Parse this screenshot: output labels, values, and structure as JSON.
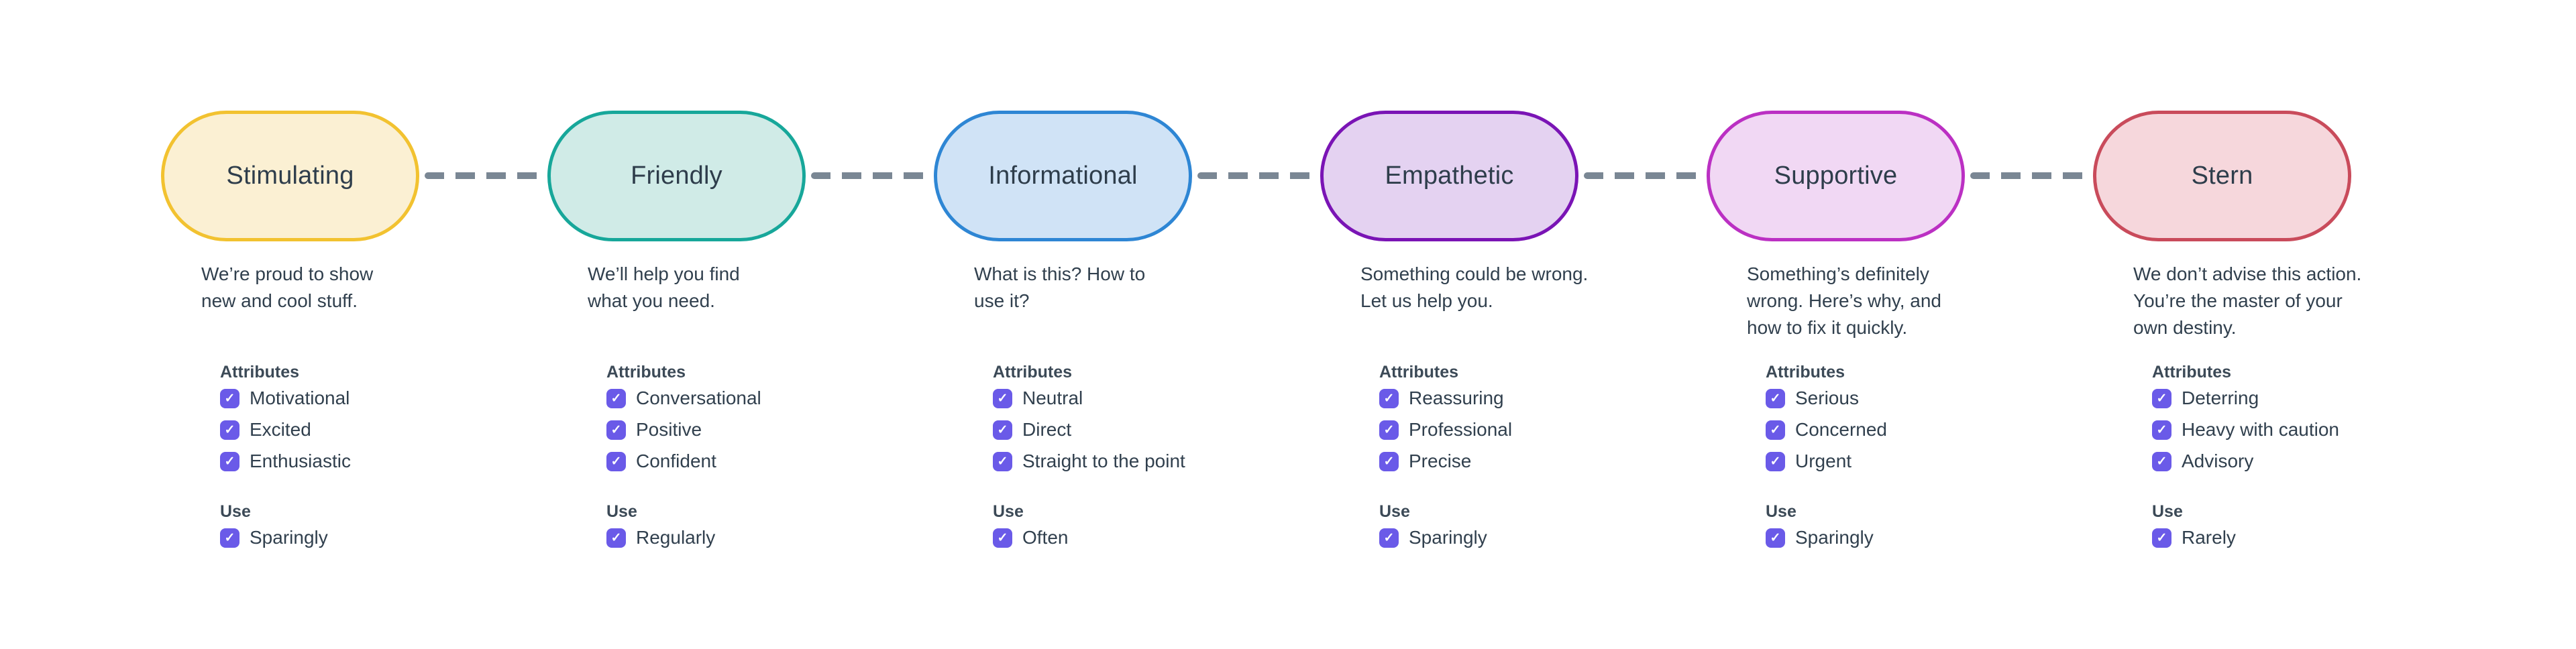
{
  "colors": {
    "connector": "#7A8794",
    "checkbox": "#6A5AE8",
    "text": "#31404E"
  },
  "labels": {
    "attributes": "Attributes",
    "use": "Use"
  },
  "tones": [
    {
      "name": "Stimulating",
      "pill_fill": "#FBF0D3",
      "pill_border": "#F2C230",
      "description_lines": [
        "We’re proud to show",
        "new and cool stuff."
      ],
      "attributes": [
        "Motivational",
        "Excited",
        "Enthusiastic"
      ],
      "use": [
        "Sparingly"
      ]
    },
    {
      "name": "Friendly",
      "pill_fill": "#D0EBE7",
      "pill_border": "#17A79A",
      "description_lines": [
        "We’ll help you find",
        "what you need."
      ],
      "attributes": [
        "Conversational",
        "Positive",
        "Confident"
      ],
      "use": [
        "Regularly"
      ]
    },
    {
      "name": "Informational",
      "pill_fill": "#D0E3F6",
      "pill_border": "#2E86D4",
      "description_lines": [
        "What is this? How to",
        "use it?"
      ],
      "attributes": [
        "Neutral",
        "Direct",
        "Straight to the point"
      ],
      "use": [
        "Often"
      ]
    },
    {
      "name": "Empathetic",
      "pill_fill": "#E4D2F1",
      "pill_border": "#7A14B5",
      "description_lines": [
        "Something could be wrong.",
        "Let us help you."
      ],
      "attributes": [
        "Reassuring",
        "Professional",
        "Precise"
      ],
      "use": [
        "Sparingly"
      ]
    },
    {
      "name": "Supportive",
      "pill_fill": "#F1D8F4",
      "pill_border": "#BB30C3",
      "description_lines": [
        "Something’s definitely",
        "wrong. Here’s why, and",
        "how to fix it quickly."
      ],
      "attributes": [
        "Serious",
        "Concerned",
        "Urgent"
      ],
      "use": [
        "Sparingly"
      ]
    },
    {
      "name": "Stern",
      "pill_fill": "#F6D7DC",
      "pill_border": "#C94B5B",
      "description_lines": [
        "We don’t advise this action.",
        "You’re the master of your",
        "own destiny."
      ],
      "attributes": [
        "Deterring",
        "Heavy with caution",
        "Advisory"
      ],
      "use": [
        "Rarely"
      ]
    }
  ]
}
